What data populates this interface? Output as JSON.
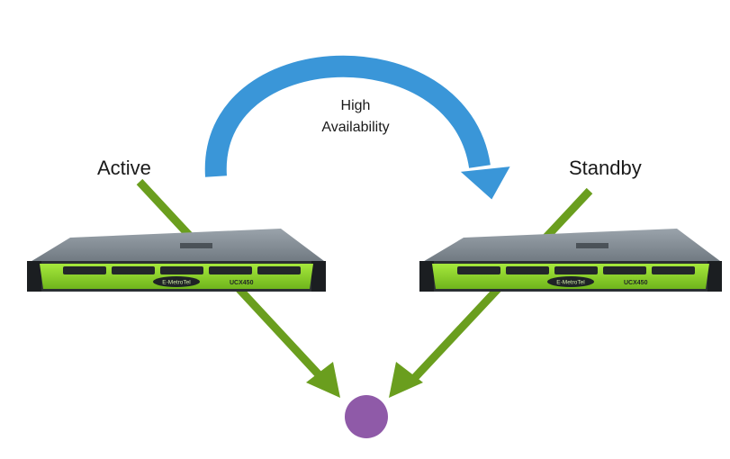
{
  "labels": {
    "active": "Active",
    "standby": "Standby",
    "ha_line1": "High",
    "ha_line2": "Availability"
  },
  "servers": [
    {
      "brand": "E-MetroTel",
      "model": "UCX450"
    },
    {
      "brand": "E-MetroTel",
      "model": "UCX450"
    }
  ],
  "colors": {
    "arc": "#3a96d8",
    "arrow_green": "#6a9e1e",
    "server_bezel": "#8ed62a",
    "server_chassis": "#2b2f33",
    "target_node": "#8f5aa8"
  }
}
